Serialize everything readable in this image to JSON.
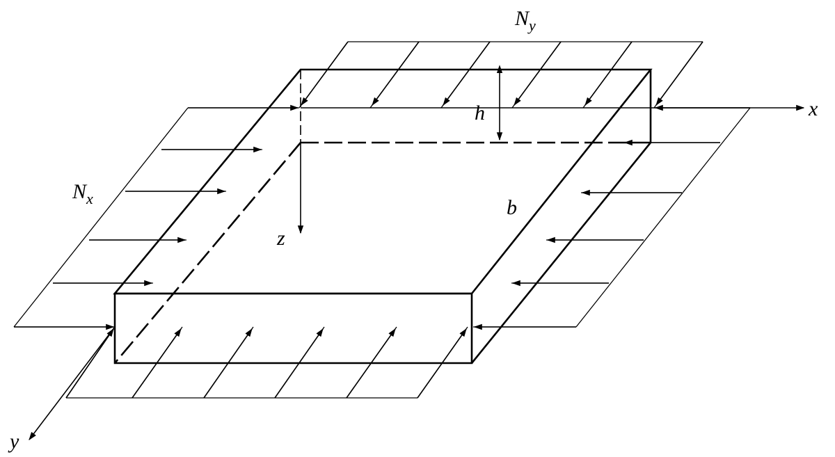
{
  "labels": {
    "x_axis": "x",
    "y_axis": "y",
    "z_axis": "z",
    "thickness": "h",
    "width": "b",
    "load_x_main": "N",
    "load_x_sub": "x",
    "load_y_main": "N",
    "load_y_sub": "y"
  }
}
